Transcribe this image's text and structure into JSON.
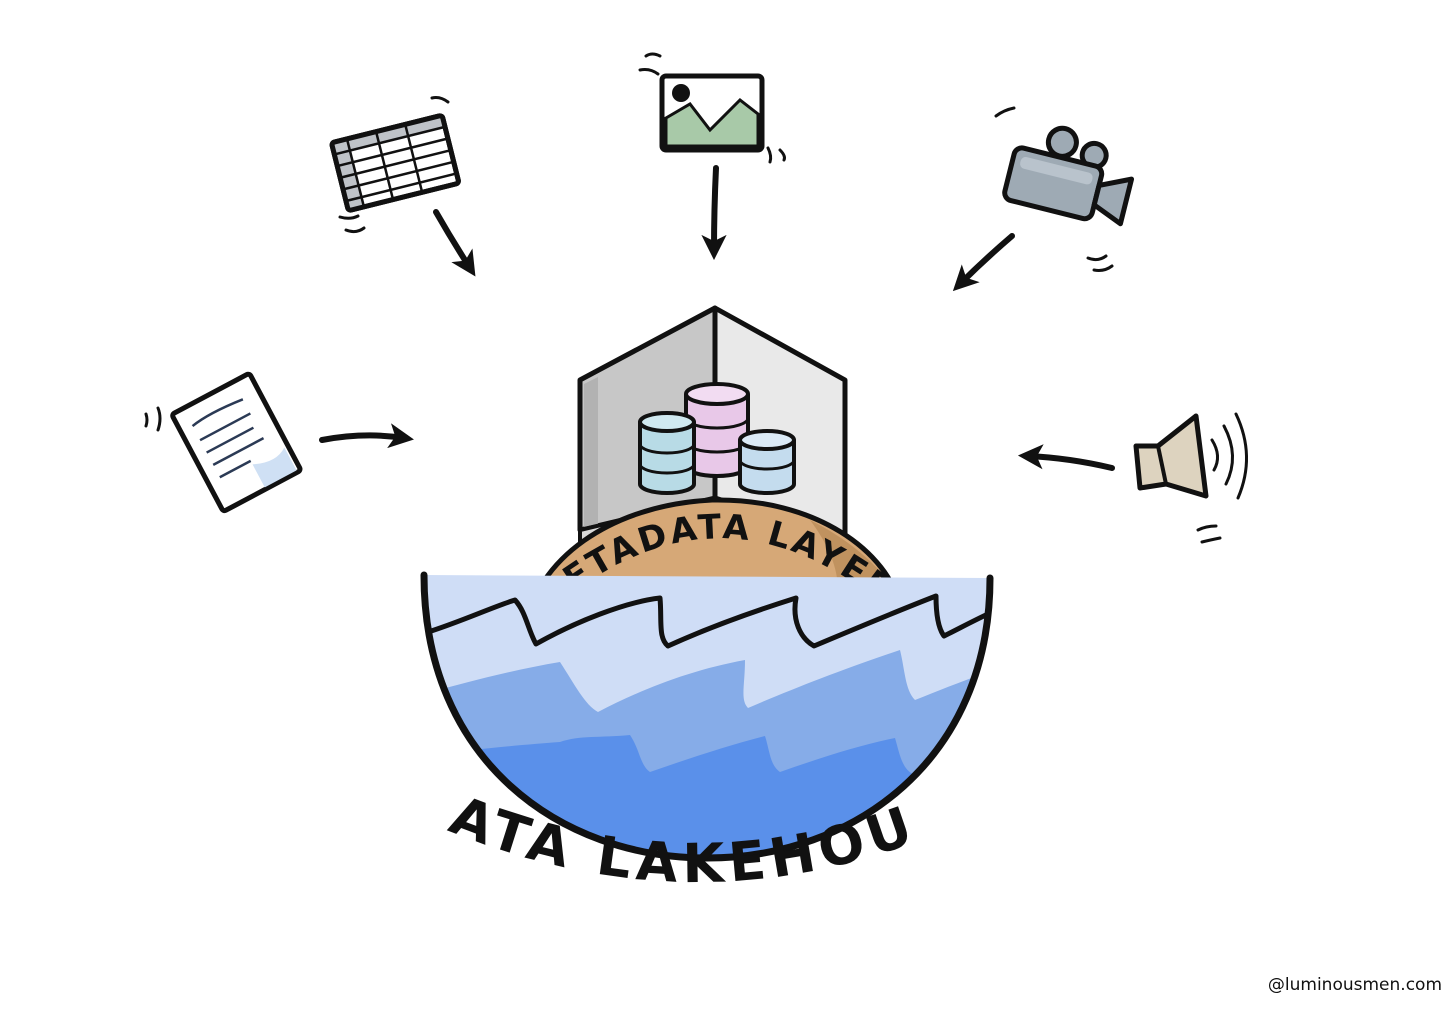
{
  "diagram": {
    "arc_label": "METADATA LAYER",
    "bottom_label": "DATA LAKEHOUSE",
    "credit": "@luminousmen.com"
  },
  "icons": [
    {
      "name": "spreadsheet-icon"
    },
    {
      "name": "image-icon"
    },
    {
      "name": "video-camera-icon"
    },
    {
      "name": "document-icon"
    },
    {
      "name": "speaker-icon"
    }
  ],
  "colors": {
    "water_light": "#cfddf6",
    "water_mid": "#86ace8",
    "water_deep": "#5a90ea",
    "island": "#d6a877",
    "island_shadow": "#c0925f",
    "house_wall_left": "#c7c7c7",
    "house_wall_right": "#e9e9e9",
    "db_blue": "#b8dbe6",
    "db_pink": "#e8c8e8",
    "db_blue2": "#c4dcee",
    "image_green": "#a8c9a8",
    "camera": "#9eaab4",
    "speaker": "#ddd3bf"
  }
}
